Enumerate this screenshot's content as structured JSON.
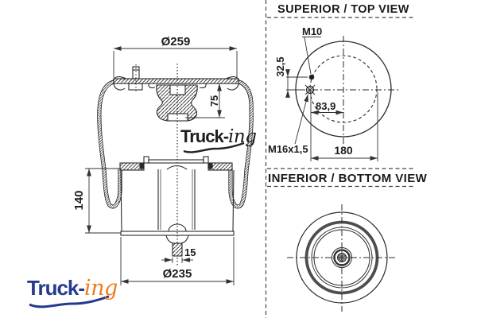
{
  "drawing": {
    "side_view": {
      "dims": {
        "top_diameter": "Ø259",
        "bumper_height": "75",
        "piston_height": "140",
        "bolt_width": "15",
        "bottom_diameter": "Ø235"
      }
    },
    "top_view": {
      "title": "SUPERIOR / TOP VIEW",
      "stud_label": "M10",
      "stud_offset": "32,5",
      "port_offset": "83,9",
      "air_port_label": "M16x1,5",
      "stud_spacing": "180"
    },
    "bottom_view": {
      "title": "INFERIOR / BOTTOM VIEW"
    }
  },
  "logos": {
    "mono": {
      "part1": "Truck-",
      "part2": "ing"
    },
    "color": {
      "part1": "Truck-",
      "part2": "ing"
    }
  },
  "colors": {
    "line": "#2a2a2a",
    "dimension": "#333333",
    "logo_blue": "#243a8e",
    "logo_orange": "#ee7c1e"
  }
}
